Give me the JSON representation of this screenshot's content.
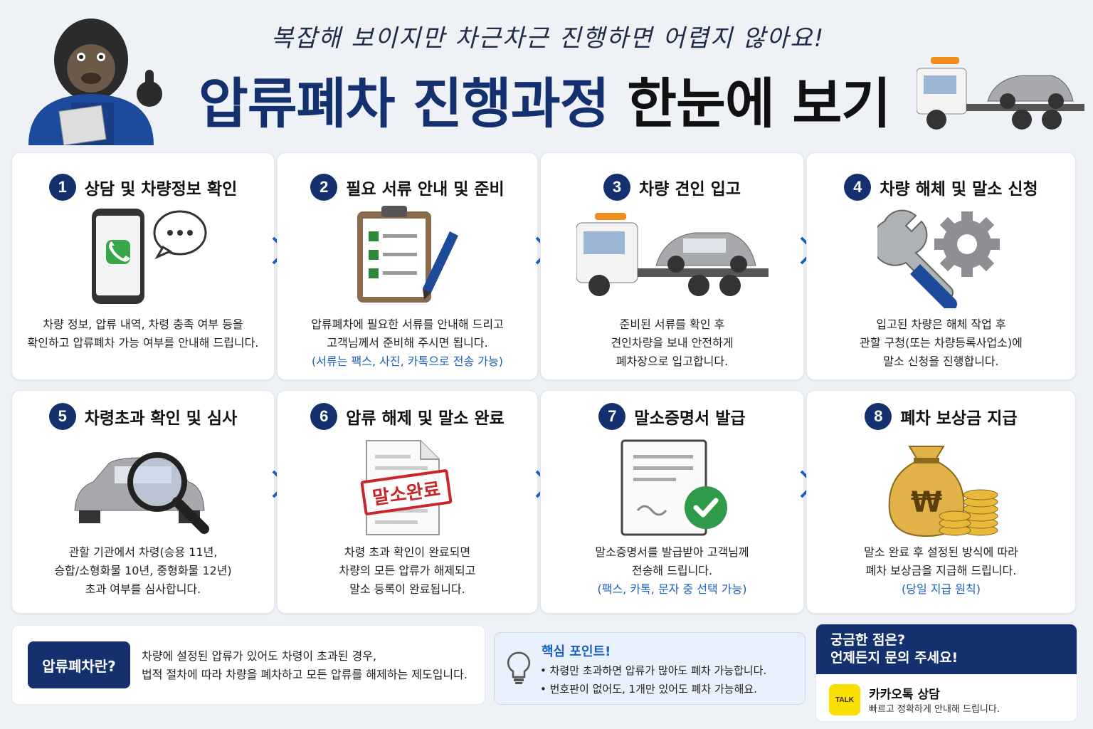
{
  "header": {
    "subtitle": "복잡해 보이지만 차근차근 진행하면 어렵지 않아요!",
    "title_blue": "압류폐차 진행과정",
    "title_black": "한눈에 보기"
  },
  "steps": [
    {
      "num": "1",
      "title": "상담 및 차량정보 확인",
      "icon": "phone-chat-icon",
      "lines": [
        "차량 정보, 압류 내역, 차령 충족 여부 등을",
        "확인하고 압류폐차 가능 여부를 안내해 드립니다."
      ],
      "note": ""
    },
    {
      "num": "2",
      "title": "필요 서류 안내 및 준비",
      "icon": "clipboard-checklist-icon",
      "lines": [
        "압류폐차에 필요한 서류를 안내해 드리고",
        "고객님께서 준비해 주시면 됩니다."
      ],
      "note": "(서류는 팩스, 사진, 카톡으로 전송 가능)"
    },
    {
      "num": "3",
      "title": "차량 견인 입고",
      "icon": "tow-truck-icon",
      "lines": [
        "준비된 서류를 확인 후",
        "견인차량을 보내 안전하게",
        "폐차장으로 입고합니다."
      ],
      "note": ""
    },
    {
      "num": "4",
      "title": "차량 해체 및 말소 신청",
      "icon": "wrench-gear-icon",
      "lines": [
        "입고된 차량은 해체 작업 후",
        "관할 구청(또는 차량등록사업소)에",
        "말소 신청을 진행합니다."
      ],
      "note": ""
    },
    {
      "num": "5",
      "title": "차령초과 확인 및 심사",
      "icon": "car-magnifier-icon",
      "lines": [
        "관할 기관에서 차령(승용 11년,",
        "승합/소형화물 10년, 중형화물 12년)",
        "초과 여부를 심사합니다."
      ],
      "note": ""
    },
    {
      "num": "6",
      "title": "압류 해제 및 말소 완료",
      "icon": "document-stamp-icon",
      "stamp": "말소완료",
      "lines": [
        "차령 초과 확인이 완료되면",
        "차량의 모든 압류가 해제되고",
        "말소 등록이 완료됩니다."
      ],
      "note": ""
    },
    {
      "num": "7",
      "title": "말소증명서 발급",
      "icon": "certificate-check-icon",
      "lines": [
        "말소증명서를 발급받아 고객님께",
        "전송해 드립니다."
      ],
      "note": "(팩스, 카톡, 문자 중 선택 가능)"
    },
    {
      "num": "8",
      "title": "폐차 보상금 지급",
      "icon": "money-bag-icon",
      "lines": [
        "말소 완료 후 설정된 방식에 따라",
        "폐차 보상금을 지급해 드립니다."
      ],
      "note": "(당일 지급 원칙)"
    }
  ],
  "what": {
    "label": "압류폐차란?",
    "lines": [
      "차량에 설정된 압류가 있어도 차령이 초과된 경우,",
      "법적 절차에 따라 차량을 폐차하고 모든 압류를 해제하는 제도입니다."
    ]
  },
  "key_point": {
    "title": "핵심 포인트!",
    "items": [
      "차령만 초과하면 압류가 많아도 폐차 가능합니다.",
      "번호판이 없어도, 1개만 있어도 폐차 가능해요."
    ]
  },
  "ask": {
    "line1": "궁금한 점은?",
    "line2": "언제든지 문의 주세요!",
    "talk_badge": "TALK",
    "talk_title": "카카오톡 상담",
    "talk_sub": "빠르고 정확하게 안내해 드립니다."
  },
  "colors": {
    "navy": "#14306e",
    "accent_blue": "#1b5fc0",
    "kakao_yellow": "#f9e000",
    "stamp_red": "#c8262b"
  }
}
